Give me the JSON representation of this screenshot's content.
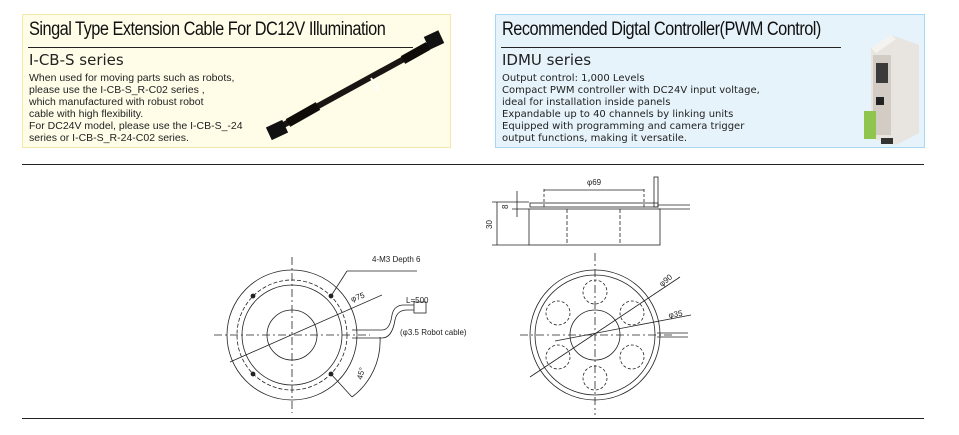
{
  "cable_panel": {
    "title": "Singal Type Extension Cable For DC12V Illumination",
    "series": "I-CB-S series",
    "lines": [
      "When used for moving parts such as robots,",
      "please use the I-CB-S_R-C02 series ,",
      "which manufactured with robust robot",
      "cable with high flexibility.",
      "For DC24V model, please use the I-CB-S_-24",
      "series or I-CB-S_R-24-C02 series."
    ],
    "bg": "#fffde8"
  },
  "controller_panel": {
    "title": "Recommended Digtal Controller(PWM Control)",
    "series": "IDMU series",
    "lines": [
      "Output control: 1,000 Levels",
      "Compact PWM controller with DC24V input voltage,",
      "ideal for installation inside panels",
      "Expandable up to 40 channels by linking units",
      "Equipped with programming and camera trigger",
      "output functions, making it versatile."
    ],
    "bg": "#e6f3fb"
  },
  "drawing": {
    "phi69": "φ69",
    "dim8": "8",
    "dim30": "30",
    "thread": "4-M3 Depth 6",
    "phi75": "φ75",
    "cable_length": "L=500",
    "cable_note": "(φ3.5 Robot cable)",
    "angle": "45°",
    "phi90": "φ90",
    "phi35": "φ35"
  }
}
